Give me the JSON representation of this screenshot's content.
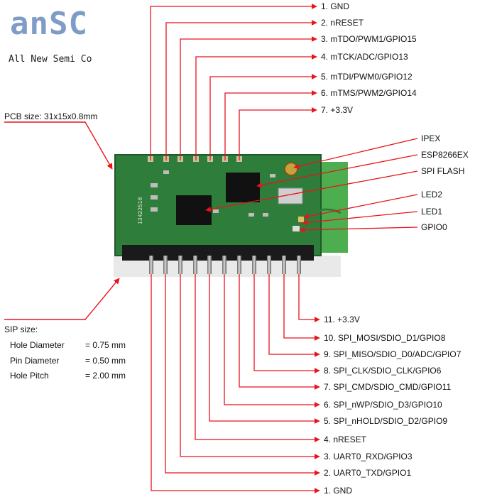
{
  "brand": {
    "logo": "anSC",
    "company": "All New Semi Co"
  },
  "pcb_size": "PCB size: 31x15x0.8mm",
  "sip": {
    "title": "SIP size:",
    "rows": [
      {
        "name": "Hole Diameter",
        "value": "= 0.75 mm"
      },
      {
        "name": "Pin Diameter",
        "value": "= 0.50 mm"
      },
      {
        "name": "Hole Pitch",
        "value": "= 2.00 mm"
      }
    ]
  },
  "board": {
    "silkscreen": "13422518"
  },
  "top_pins": [
    "1. GND",
    "2. nRESET",
    "3. mTDO/PWM1/GPIO15",
    "4. mTCK/ADC/GPIO13",
    "5. mTDI/PWM0/GPIO12",
    "6. mTMS/PWM2/GPIO14",
    "7. +3.3V"
  ],
  "components": [
    "IPEX",
    "ESP8266EX",
    "SPI FLASH",
    "LED2",
    "LED1",
    "GPIO0"
  ],
  "bottom_pins": [
    "11. +3.3V",
    "10. SPI_MOSI/SDIO_D1/GPIO8",
    "9. SPI_MISO/SDIO_D0/ADC/GPIO7",
    "8. SPI_CLK/SDIO_CLK/GPIO6",
    "7. SPI_CMD/SDIO_CMD/GPIO11",
    "6. SPI_nWP/SDIO_D3/GPIO10",
    "5. SPI_nHOLD/SDIO_D2/GPIO9",
    "4. nRESET",
    "3. UART0_RXD/GPIO3",
    "2. UART0_TXD/GPIO1",
    "1. GND"
  ],
  "colors": {
    "line": "#e8141c",
    "pcb": "#2f7d3a",
    "pcb_dark": "#1f5a28",
    "antenna": "#4cae4f",
    "logo": "#7f9cc9"
  }
}
